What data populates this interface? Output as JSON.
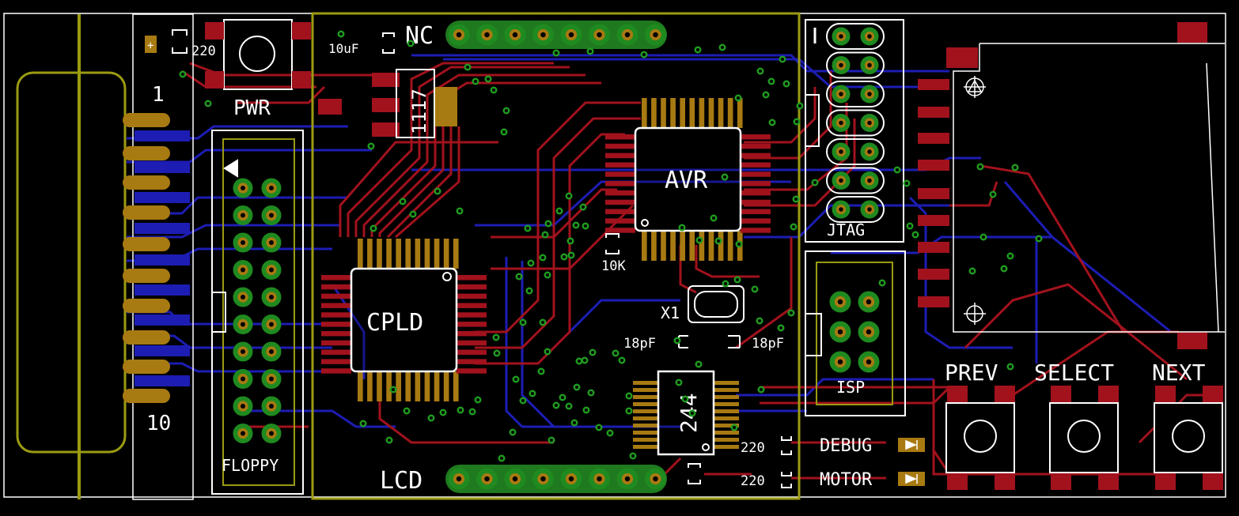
{
  "window": {
    "title": ""
  },
  "colors": {
    "background": "#000000",
    "top_copper": "#a1121d",
    "bottom_copper": "#1d1db4",
    "silkscreen": "#ffffff",
    "outline": "#9b9b12",
    "via_ring": "#1f9b1f",
    "pad_gold": "#a87a12"
  },
  "labels": {
    "r_top": "220",
    "pwr": "PWR",
    "floppy": "FLOPPY",
    "pin_1": "1",
    "pin_10": "10",
    "cap_10uf": "10uF",
    "reg_1117": "1117",
    "nc": "NC",
    "lcd": "LCD",
    "cpld": "CPLD",
    "avr": "AVR",
    "r_10k": "10K",
    "x1": "X1",
    "cap_18pf_left": "18pF",
    "cap_18pf_right": "18pF",
    "ic_244": "244",
    "jtag": "JTAG",
    "isp": "ISP",
    "r_debug": "220",
    "r_motor": "220",
    "debug": "DEBUG",
    "motor": "MOTOR",
    "prev": "PREV",
    "select": "SELECT",
    "next": "NEXT"
  },
  "icons": {
    "floppy_pin1_marker": "triangle-left-icon",
    "sd_card_fiducial": "crosshair-circle-icon",
    "led": "led-arrow-icon"
  }
}
